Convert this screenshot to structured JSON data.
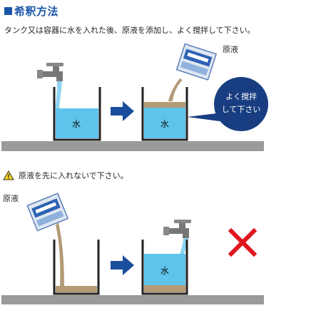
{
  "header": {
    "title": "希釈方法",
    "instruction": "タンク又は容器に水を入れた後、原液を添加し、よく撹拌して下さい。"
  },
  "correct": {
    "water_label": "水",
    "concentrate_label": "原液",
    "bubble_line1": "よく撹拌",
    "bubble_line2": "して下さい"
  },
  "warning": {
    "text": "原液を先に入れないで下さい。"
  },
  "incorrect": {
    "concentrate_label": "原液",
    "water_label": "水"
  },
  "colors": {
    "title_blue": "#1a55a8",
    "water": "#5ec4ec",
    "concentrate": "#b39b76",
    "arrow": "#1a4e9c",
    "bubble": "#183d80",
    "cross": "#e0161e",
    "ground": "#9a9a9a",
    "warning_yellow": "#f6d21c"
  },
  "icons": [
    "warning-icon",
    "faucet-icon",
    "bottle-icon",
    "arrow-right-icon",
    "cross-icon"
  ]
}
